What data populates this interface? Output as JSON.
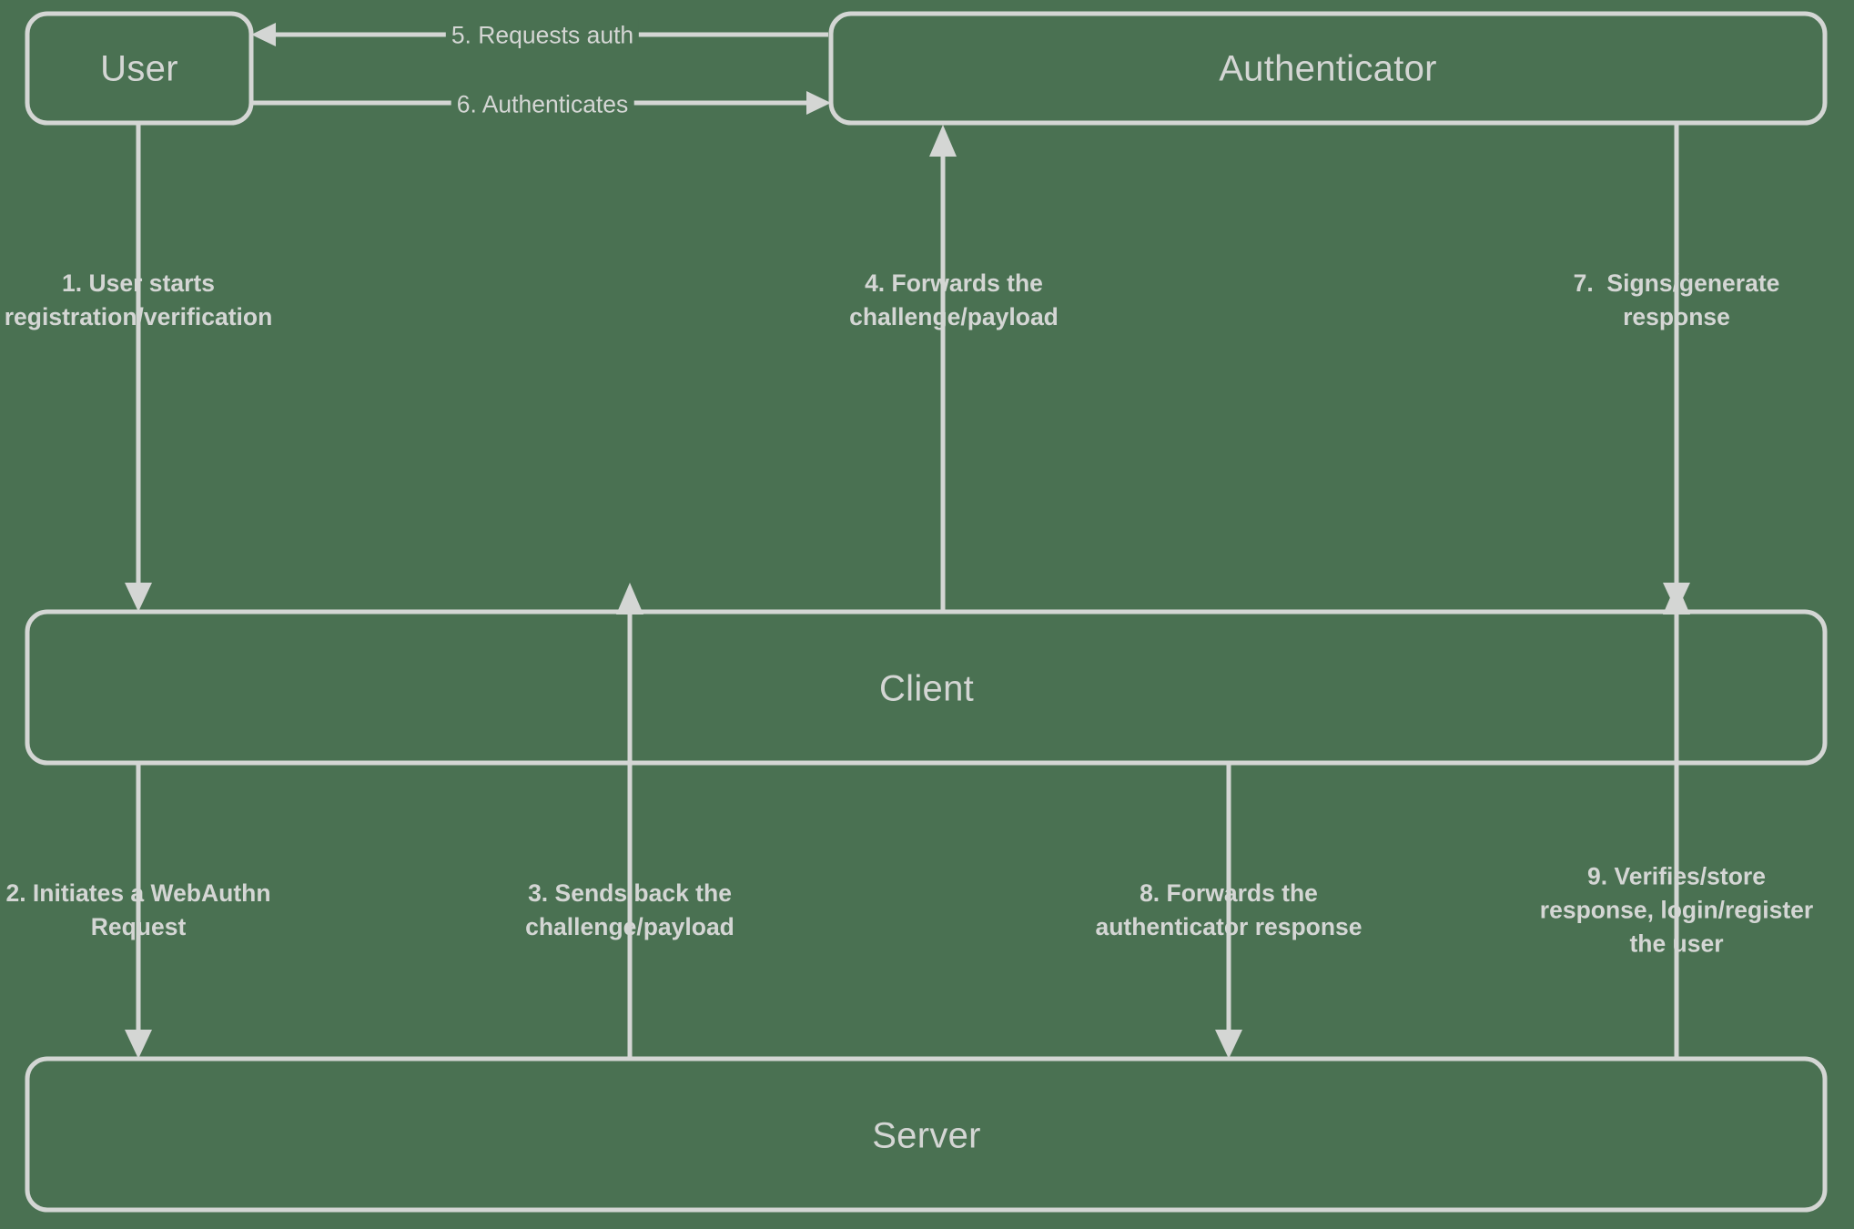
{
  "diagram": {
    "title": "WebAuthn registration and authentication flow",
    "type": "sequence-flow",
    "colors": {
      "background": "#4a7152",
      "stroke": "#d4d6d4",
      "text": "#d4d6d4"
    },
    "nodes": [
      {
        "id": "user",
        "label": "User"
      },
      {
        "id": "authenticator",
        "label": "Authenticator"
      },
      {
        "id": "client",
        "label": "Client"
      },
      {
        "id": "server",
        "label": "Server"
      }
    ],
    "edges": [
      {
        "id": "step-1",
        "from": "user",
        "to": "client",
        "direction": "down",
        "lines": [
          "1. User starts",
          "registration/verification"
        ],
        "text": "1. User starts registration/verification"
      },
      {
        "id": "step-2",
        "from": "client",
        "to": "server",
        "direction": "down",
        "lines": [
          "2. Initiates a WebAuthn",
          "Request"
        ],
        "text": "2. Initiates a WebAuthn Request"
      },
      {
        "id": "step-3",
        "from": "server",
        "to": "client",
        "direction": "up",
        "lines": [
          "3. Sends back the",
          "challenge/payload"
        ],
        "text": "3. Sends back the challenge/payload"
      },
      {
        "id": "step-4",
        "from": "client",
        "to": "authenticator",
        "direction": "up",
        "lines": [
          "4. Forwards the",
          "challenge/payload"
        ],
        "text": "4. Forwards the challenge/payload"
      },
      {
        "id": "step-5",
        "from": "authenticator",
        "to": "user",
        "direction": "left",
        "lines": [
          "5. Requests auth"
        ],
        "text": "5. Requests auth"
      },
      {
        "id": "step-6",
        "from": "user",
        "to": "authenticator",
        "direction": "right",
        "lines": [
          "6. Authenticates"
        ],
        "text": "6. Authenticates"
      },
      {
        "id": "step-7",
        "from": "authenticator",
        "to": "client",
        "direction": "down",
        "lines": [
          "7.  Signs/generate",
          "response"
        ],
        "text": "7.  Signs/generate response"
      },
      {
        "id": "step-8",
        "from": "client",
        "to": "server",
        "direction": "down",
        "lines": [
          "8. Forwards the",
          "authenticator response"
        ],
        "text": "8. Forwards the authenticator response"
      },
      {
        "id": "step-9",
        "from": "server",
        "to": "client",
        "direction": "up",
        "lines": [
          "9. Verifies/store",
          "response, login/register",
          "the user"
        ],
        "text": "9. Verifies/store response, login/register the user"
      }
    ]
  }
}
